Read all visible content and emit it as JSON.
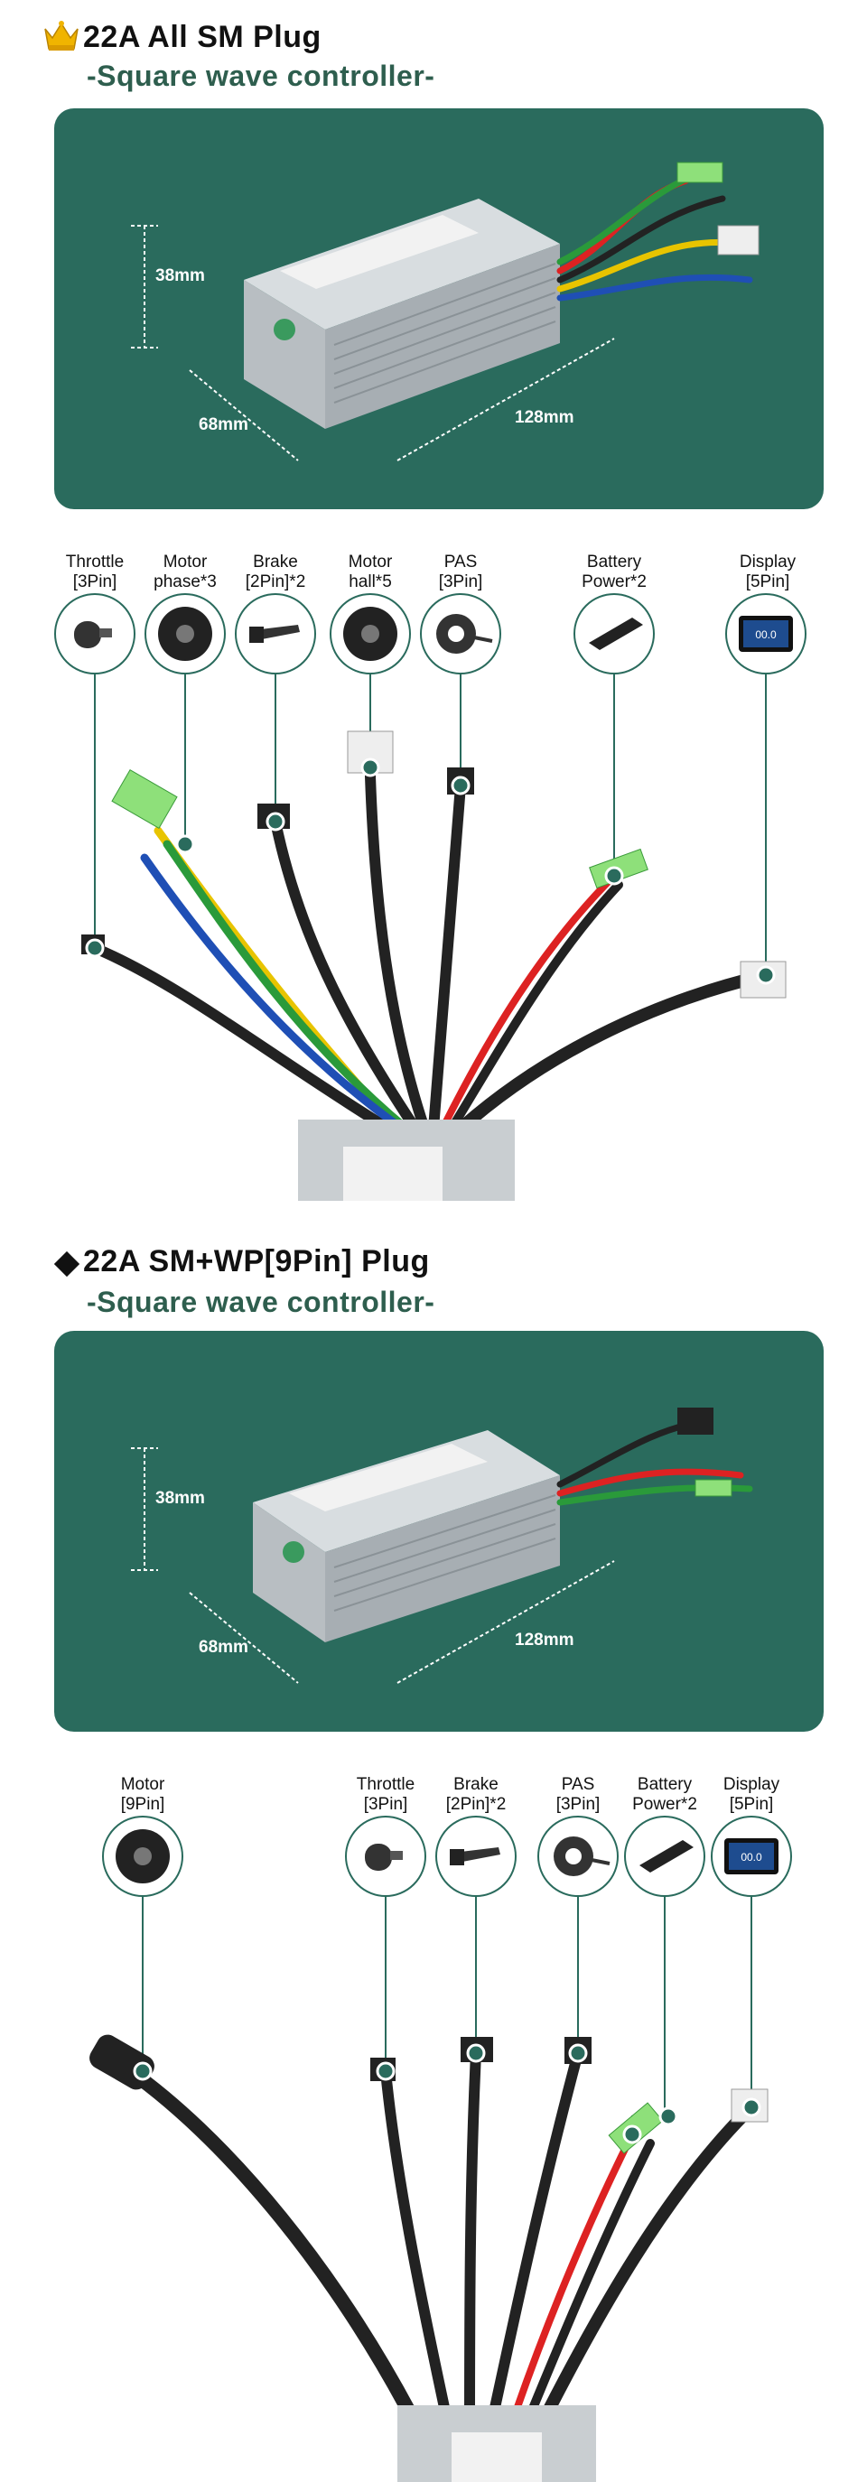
{
  "section1": {
    "title": "22A All SM Plug",
    "subtitle": "-Square wave controller-",
    "dims": {
      "height": "38mm",
      "depth": "68mm",
      "length": "128mm"
    },
    "connectors": [
      {
        "name": "Throttle",
        "pin": "[3Pin]"
      },
      {
        "name": "Motor",
        "pin": "phase*3"
      },
      {
        "name": "Brake",
        "pin": "[2Pin]*2"
      },
      {
        "name": "Motor",
        "pin": "hall*5"
      },
      {
        "name": "PAS",
        "pin": "[3Pin]"
      },
      {
        "name": "Battery",
        "pin": "Power*2"
      },
      {
        "name": "Display",
        "pin": "[5Pin]"
      }
    ]
  },
  "section2": {
    "title": "22A SM+WP[9Pin] Plug",
    "subtitle": "-Square wave controller-",
    "dims": {
      "height": "38mm",
      "depth": "68mm",
      "length": "128mm"
    },
    "connectors": [
      {
        "name": "Motor",
        "pin": "[9Pin]"
      },
      {
        "name": "Throttle",
        "pin": "[3Pin]"
      },
      {
        "name": "Brake",
        "pin": "[2Pin]*2"
      },
      {
        "name": "PAS",
        "pin": "[3Pin]"
      },
      {
        "name": "Battery",
        "pin": "Power*2"
      },
      {
        "name": "Display",
        "pin": "[5Pin]"
      }
    ]
  },
  "colors": {
    "accent": "#2a6b5d",
    "subtitle": "#2e5e4e",
    "crown": "#f0b400"
  },
  "icons": {
    "throttle": "throttle-icon",
    "motor": "hub-motor-icon",
    "brake": "brake-lever-icon",
    "pas": "pas-sensor-icon",
    "battery": "battery-icon",
    "display": "lcd-display-icon"
  },
  "display_readout": "00.0"
}
